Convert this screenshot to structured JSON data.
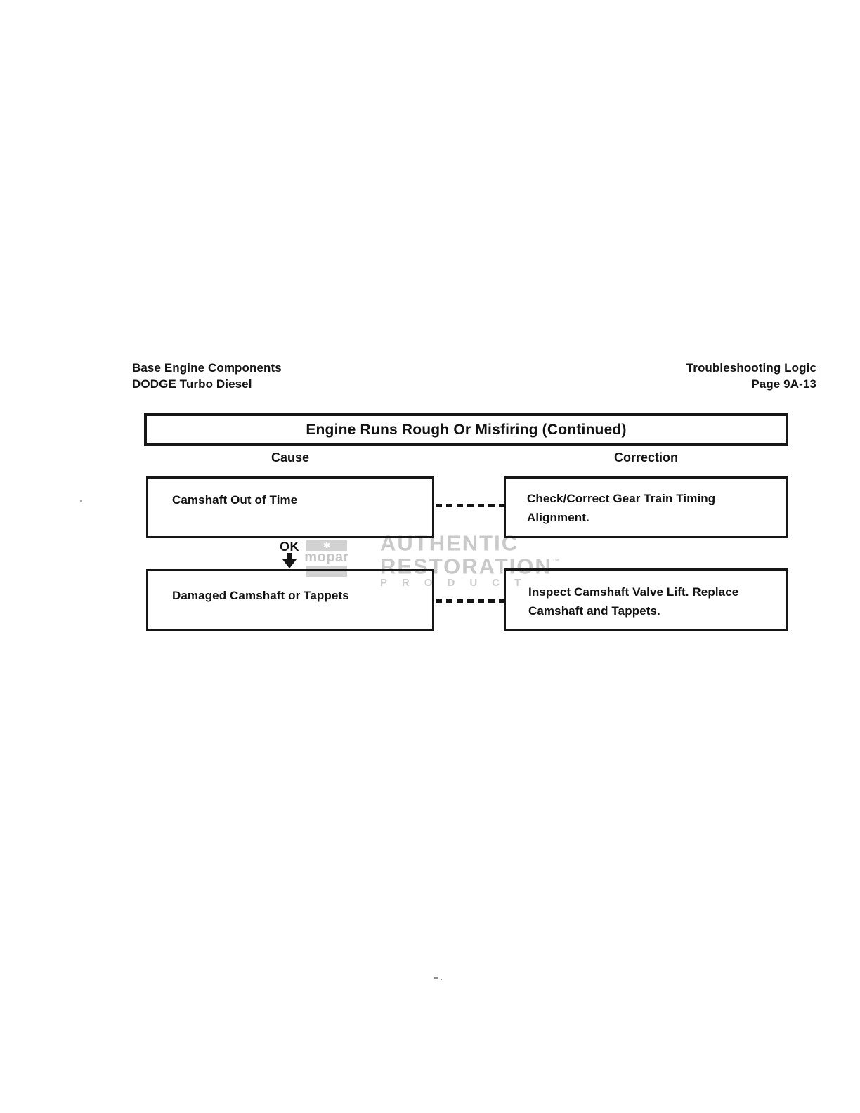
{
  "header": {
    "left_line1": "Base Engine Components",
    "left_line2": "DODGE Turbo Diesel",
    "right_line1": "Troubleshooting Logic",
    "right_line2": "Page 9A-13"
  },
  "diagram": {
    "title": "Engine Runs Rough Or Misfiring (Continued)",
    "column_headers": {
      "cause": "Cause",
      "correction": "Correction"
    },
    "rows": [
      {
        "cause": "Camshaft Out of Time",
        "correction": "Check/Correct Gear Train Timing Alignment."
      },
      {
        "cause": "Damaged Camshaft or Tappets",
        "correction": "Inspect Camshaft Valve Lift. Replace Camshaft and Tappets."
      }
    ],
    "connector_label": "OK"
  },
  "watermark": {
    "star_glyph": "✱",
    "brand": "mopar",
    "line1": "AUTHENTIC",
    "line2": "RESTORATION",
    "trademark": "™",
    "line3": "PRODUCT",
    "color": "#c9c9c9"
  }
}
